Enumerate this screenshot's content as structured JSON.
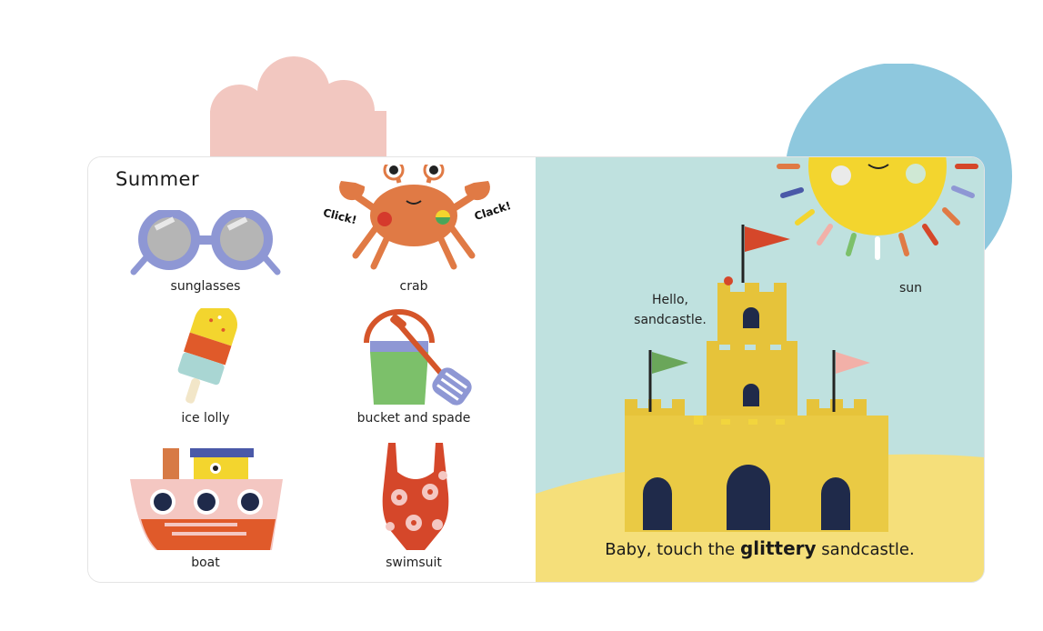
{
  "left_page": {
    "title": "Summer",
    "items": [
      {
        "label": "sunglasses"
      },
      {
        "label": "crab",
        "sound_left": "Click!",
        "sound_right": "Clack!"
      },
      {
        "label": "ice lolly"
      },
      {
        "label": "bucket and spade"
      },
      {
        "label": "boat"
      },
      {
        "label": "swimsuit"
      }
    ]
  },
  "right_page": {
    "speech": [
      "Hello,",
      "sandcastle."
    ],
    "sun_label": "sun",
    "caption_before": "Baby, touch the ",
    "caption_bold": "glittery",
    "caption_after": " sandcastle."
  },
  "colors": {
    "sky": "#bfe1df",
    "sand": "#f5df7a",
    "castle": "#e6c33a",
    "sun": "#f3d52e",
    "cloud": "#f2c7c0",
    "sun_disc": "#8ec8de"
  }
}
